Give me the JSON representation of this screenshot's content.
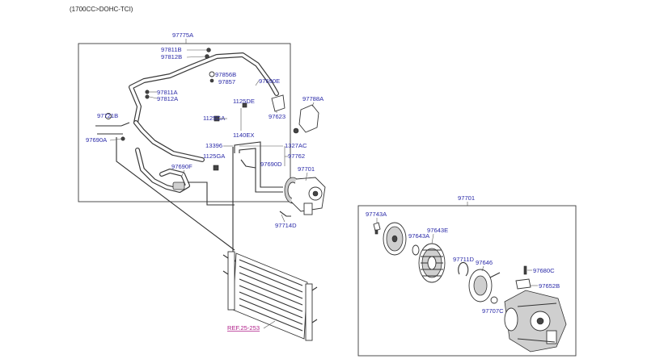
{
  "header": {
    "engine_spec": "(1700CC>DOHC-TCI)"
  },
  "labels": {
    "assembly": "97775A",
    "p97811B": "97811B",
    "p97812B": "97812B",
    "p97856B": "97856B",
    "p97857": "97857",
    "p97690E": "97690E",
    "p97811A": "97811A",
    "p97812A": "97812A",
    "p1125DE": "1125DE",
    "p97788A": "97788A",
    "p97721B": "97721B",
    "p1125GA_1": "1125GA",
    "p97623": "97623",
    "p1140EX": "1140EX",
    "p97690A": "97690A",
    "p13396": "13396",
    "p1327AC": "1327AC",
    "p1125GA_2": "1125GA",
    "p97762": "97762",
    "p97690D": "97690D",
    "p97690F": "97690F",
    "p97701": "97701",
    "p97714D": "97714D",
    "compressor_assembly": "97701",
    "p97743A": "97743A",
    "p97643E": "97643E",
    "p97643A": "97643A",
    "p97711D": "97711D",
    "p97646": "97646",
    "p97680C": "97680C",
    "p97652B": "97652B",
    "p97707C": "97707C"
  },
  "links": {
    "condenser_ref": "REF.25-253"
  },
  "colors": {
    "part_label": "#2a2aa8",
    "ref_link": "#b0208a",
    "line": "#3a3a3a"
  }
}
